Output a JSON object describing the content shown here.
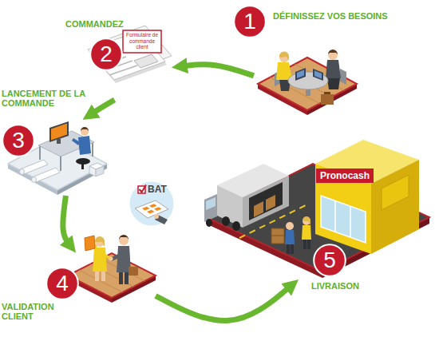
{
  "diagram": {
    "nodes": [
      {
        "text": [
          "1",
          "DÉFINISSEZ VOS BESOINS"
        ]
      },
      {
        "text": [
          "2",
          "COMMANDEZ"
        ]
      },
      {
        "text": [
          "3",
          "LANCEMENT DE LA COMMANDE"
        ]
      },
      {
        "text": [
          "4",
          "VALIDATION CLIENT"
        ]
      },
      {
        "text": [
          "5",
          "LIVRAISON"
        ]
      },
      {
        "text": [
          "BAT"
        ]
      }
    ],
    "edges": [
      {
        "from": 0,
        "to": 1,
        "arrow": "to"
      },
      {
        "from": 1,
        "to": 2,
        "arrow": "to"
      },
      {
        "from": 2,
        "to": 3,
        "arrow": "to"
      },
      {
        "from": 3,
        "to": 4,
        "arrow": "to"
      }
    ],
    "labels": [
      "Formulaire de commande client",
      "Pronocash"
    ]
  }
}
